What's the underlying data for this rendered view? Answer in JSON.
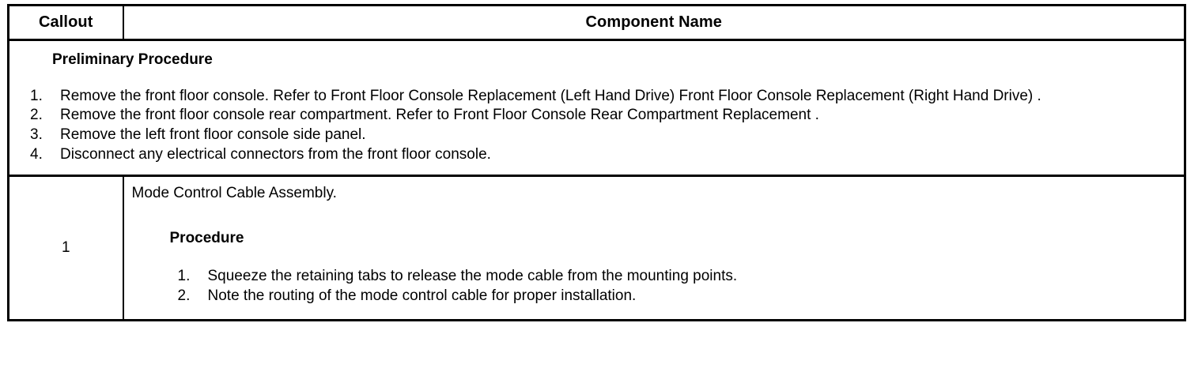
{
  "table": {
    "headers": {
      "callout": "Callout",
      "component_name": "Component Name"
    },
    "preliminary": {
      "title": "Preliminary Procedure",
      "steps": [
        {
          "marker": "1.",
          "text": "Remove the front floor console. Refer to Front Floor Console Replacement (Left Hand Drive) Front Floor Console Replacement (Right Hand Drive) ."
        },
        {
          "marker": "2.",
          "text": "Remove the front floor console rear compartment. Refer to Front Floor Console Rear Compartment Replacement ."
        },
        {
          "marker": "3.",
          "text": "Remove the left front floor console side panel."
        },
        {
          "marker": "4.",
          "text": "Disconnect any electrical connectors from the front floor console."
        }
      ]
    },
    "rows": [
      {
        "callout": "1",
        "component_name": "Mode Control Cable Assembly.",
        "procedure_title": "Procedure",
        "procedure_steps": [
          {
            "marker": "1.",
            "text": "Squeeze the retaining tabs to release the mode cable from the mounting points."
          },
          {
            "marker": "2.",
            "text": "Note the routing of the mode control cable for proper installation."
          }
        ]
      }
    ]
  }
}
